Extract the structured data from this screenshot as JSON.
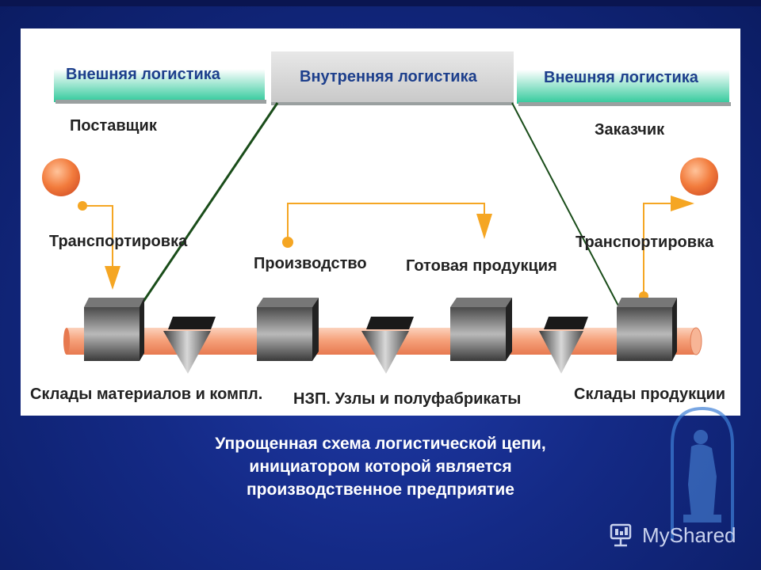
{
  "header_tabs": [
    {
      "label": "Внешняя логистика"
    },
    {
      "label": "Внутренняя логистика"
    },
    {
      "label": "Внешняя логистика"
    }
  ],
  "supplier_label": "Поставщик",
  "customer_label": "Заказчик",
  "transport_left_label": "Транспортировка",
  "transport_right_label": "Транспортировка",
  "production_label": "Производство",
  "finished_goods_label": "Готовая продукция",
  "bottom_labels": {
    "materials_warehouse": "Склады материалов и компл.",
    "wip": "НЗП. Узлы и полуфабрикаты",
    "product_warehouse": "Склады продукции"
  },
  "caption_lines": [
    "Упрощенная схема логистической цепи,",
    "инициатором которой является",
    "производственное предприятие"
  ],
  "brand_name": "MyShared",
  "colors": {
    "background": "#142a86",
    "arrow": "#f5a623",
    "circle": "#f07a3a",
    "pipe": "#f4a07a",
    "tab_gradient_end": "#2fc99a",
    "tab_middle": "#dcdcdc"
  },
  "icons": [
    "supplier-circle-icon",
    "customer-circle-icon",
    "warehouse-box-icon",
    "funnel-icon",
    "myshared-logo-icon",
    "emblem-statue-icon"
  ]
}
